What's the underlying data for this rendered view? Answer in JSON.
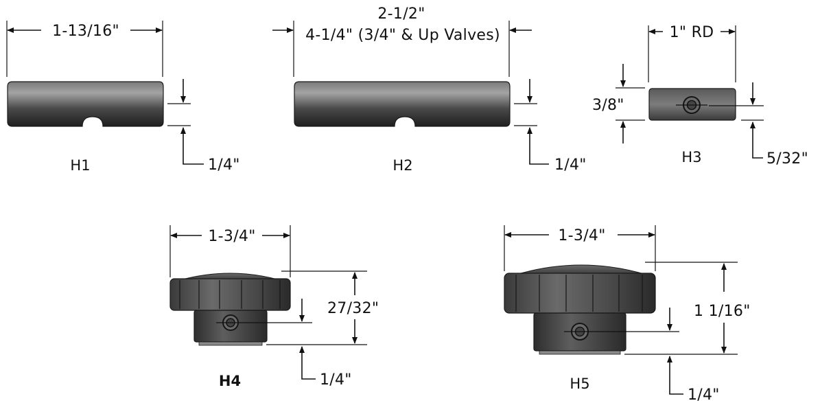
{
  "parts": {
    "h1": {
      "label": "H1",
      "length": "1-13/16\"",
      "groove": "1/4\""
    },
    "h2": {
      "label": "H2",
      "length_line1": "2-1/2\"",
      "length_line2": "4-1/4\" (3/4\" & Up Valves)",
      "groove": "1/4\""
    },
    "h3": {
      "label": "H3",
      "diameter": "1\" RD",
      "thickness": "3/8\"",
      "hole_offset": "5/32\""
    },
    "h4": {
      "label": "H4",
      "diameter": "1-3/4\"",
      "height": "27/32\"",
      "hole_offset": "1/4\""
    },
    "h5": {
      "label": "H5",
      "diameter": "1-3/4\"",
      "height": "1 1/16\"",
      "hole_offset": "1/4\""
    }
  },
  "colors": {
    "ink": "#111111",
    "metal_dark": "#2a2a2a",
    "metal_mid": "#6a6a6a",
    "metal_light": "#9a9a9a"
  }
}
